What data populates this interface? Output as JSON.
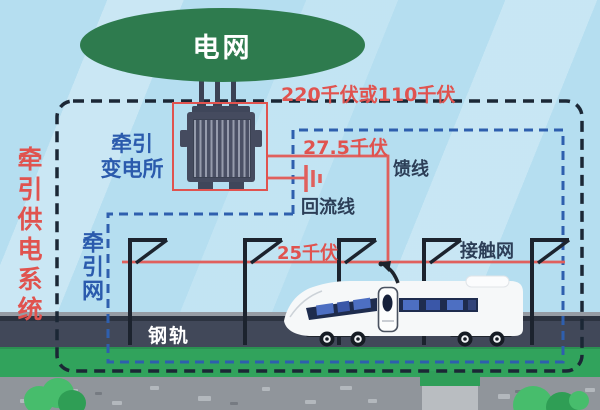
{
  "labels": {
    "system": "牵引供电系统",
    "power_grid": "电网",
    "substation_line1": "牵引",
    "substation_line2": "变电所",
    "traction_network": "牵引网",
    "feeder": "馈线",
    "return_line": "回流线",
    "catenary": "接触网",
    "rail": "钢轨"
  },
  "voltages": {
    "transmission": "220千伏或110千伏",
    "feeder": "27.5千伏",
    "catenary": "25千伏"
  },
  "colors": {
    "accent_red": "#e0534f",
    "label_blue": "#2b5bad",
    "label_dark_navy": "#2c3e57",
    "grid_ellipse_green": "#2e7b4e",
    "inner_border_blue": "#2e5fae",
    "outer_border_dark": "#1b2735",
    "sky_blue": "#b5def0",
    "grass_green": "#31a35c",
    "track_slate": "#414859",
    "road_gray": "#90959b",
    "train_window_navy": "#1e2c4e",
    "train_window_blue": "#4d6fc2"
  }
}
